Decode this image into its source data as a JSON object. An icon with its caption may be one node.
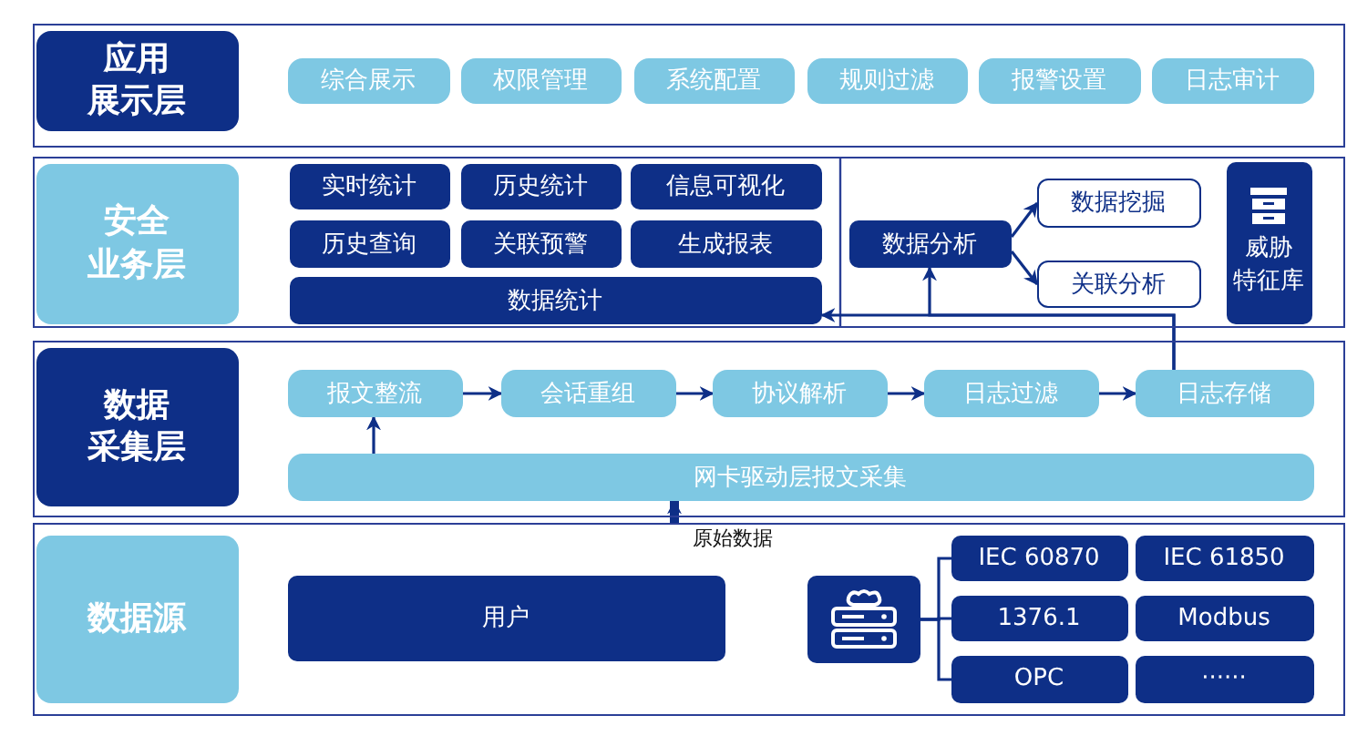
{
  "diagram": {
    "nodes": [
      {
        "text": [],
        "shape": "box"
      },
      {
        "text": [
          "应用展示层"
        ],
        "in": 0
      },
      {
        "text": [
          "综合展示"
        ],
        "in": 0
      },
      {
        "text": [
          "权限管理"
        ],
        "in": 0
      },
      {
        "text": [
          "系统配置"
        ],
        "in": 0
      },
      {
        "text": [
          "规则过滤"
        ],
        "in": 0
      },
      {
        "text": [
          "报警设置"
        ],
        "in": 0
      },
      {
        "text": [
          "日志审计"
        ],
        "in": 0
      },
      {
        "text": [],
        "shape": "box"
      },
      {
        "text": [
          "安全业务层"
        ],
        "in": 8
      },
      {
        "text": [
          "实时统计"
        ],
        "in": 8
      },
      {
        "text": [
          "历史统计"
        ],
        "in": 8
      },
      {
        "text": [
          "信息可视化"
        ],
        "in": 8
      },
      {
        "text": [
          "历史查询"
        ],
        "in": 8
      },
      {
        "text": [
          "关联预警"
        ],
        "in": 8
      },
      {
        "text": [
          "生成报表"
        ],
        "in": 8
      },
      {
        "text": [
          "数据统计"
        ],
        "in": 8
      },
      {
        "text": [
          "数据分析"
        ],
        "in": 8
      },
      {
        "text": [
          "数据挖掘"
        ],
        "in": 8
      },
      {
        "text": [
          "关联分析"
        ],
        "in": 8
      },
      {
        "text": [
          "威胁特征库"
        ],
        "in": 8
      },
      {
        "text": [],
        "shape": "box"
      },
      {
        "text": [
          "数据采集层"
        ],
        "in": 21
      },
      {
        "text": [
          "报文整流"
        ],
        "in": 21
      },
      {
        "text": [
          "会话重组"
        ],
        "in": 21
      },
      {
        "text": [
          "协议解析"
        ],
        "in": 21
      },
      {
        "text": [
          "日志过滤"
        ],
        "in": 21
      },
      {
        "text": [
          "日志存储"
        ],
        "in": 21
      },
      {
        "text": [
          "网卡驱动层报文采集"
        ],
        "in": 21
      },
      {
        "text": [],
        "shape": "box"
      },
      {
        "text": [
          "数据源"
        ],
        "in": 29
      },
      {
        "text": [
          "用户"
        ],
        "in": 29
      },
      {
        "text": [],
        "shape": "picture",
        "in": 29
      },
      {
        "text": [
          "IEC 60870"
        ],
        "in": 29
      },
      {
        "text": [
          "IEC 61850"
        ],
        "in": 29
      },
      {
        "text": [
          "1376.1"
        ],
        "in": 29
      },
      {
        "text": [
          "Modbus"
        ],
        "in": 29
      },
      {
        "text": [
          "OPC"
        ],
        "in": 29
      },
      {
        "text": [
          "······"
        ],
        "in": 29
      }
    ],
    "edges": [
      {
        "from": 17,
        "to": 18,
        "arrow": "to"
      },
      {
        "from": 17,
        "to": 19,
        "arrow": "to"
      },
      {
        "from": 23,
        "to": 24,
        "arrow": "to"
      },
      {
        "from": 24,
        "to": 25,
        "arrow": "to"
      },
      {
        "from": 25,
        "to": 26,
        "arrow": "to"
      },
      {
        "from": 26,
        "to": 27,
        "arrow": "to"
      },
      {
        "from": 28,
        "to": 23,
        "arrow": "to"
      },
      {
        "from": 27,
        "to": 17,
        "arrow": "to"
      },
      {
        "from": 27,
        "to": 16,
        "arrow": "to"
      },
      {
        "from": 29,
        "to": 28,
        "label": "原始数据",
        "arrow": "to",
        "style": "thick"
      },
      {
        "from": 32,
        "to": 33,
        "arrow": "none"
      },
      {
        "from": 32,
        "to": 35,
        "arrow": "none"
      },
      {
        "from": 32,
        "to": 37,
        "arrow": "none"
      }
    ]
  }
}
